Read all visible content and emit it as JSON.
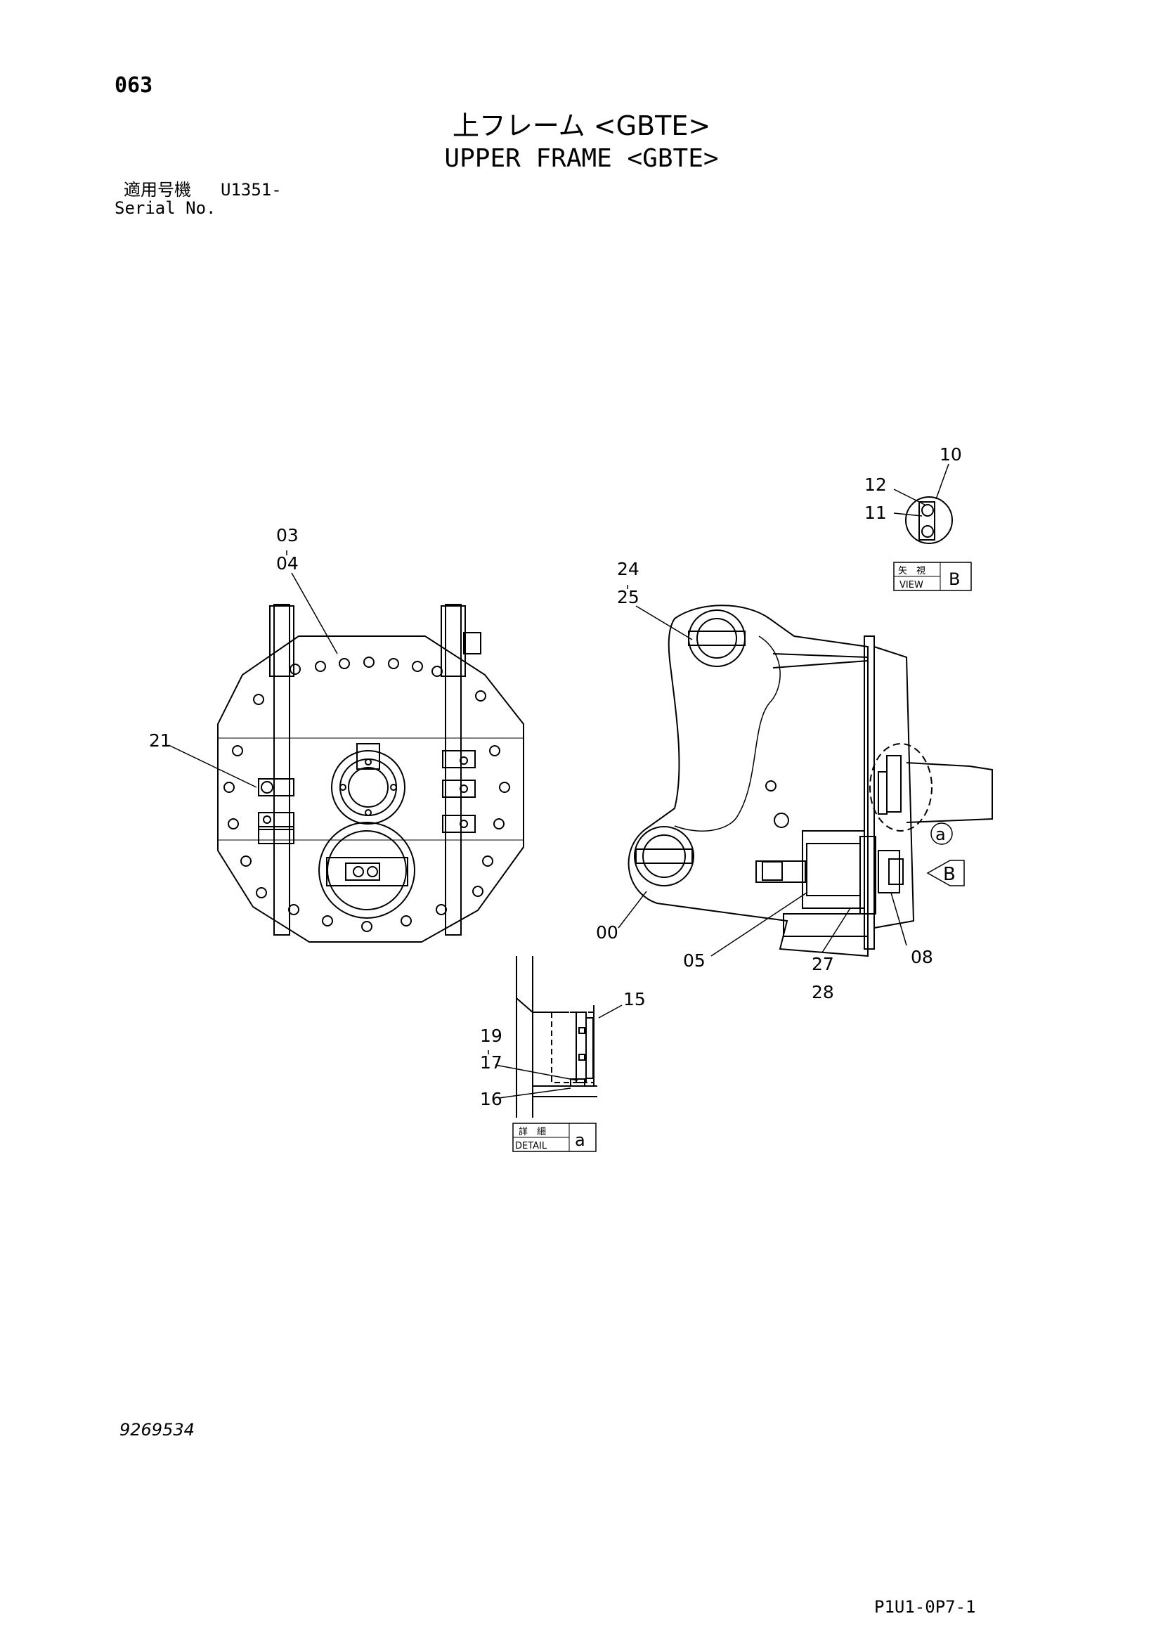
{
  "header": {
    "page_number": "063",
    "title_jp": "上フレーム <GBTE>",
    "title_en": "UPPER FRAME <GBTE>"
  },
  "serial": {
    "label_jp": "適用号機",
    "value": "U1351-",
    "label_en": "Serial No."
  },
  "view_b": {
    "jp": "矢　視",
    "en": "VIEW",
    "letter": "B"
  },
  "detail_a": {
    "jp": "詳　細",
    "en": "DETAIL",
    "letter": "a"
  },
  "markers": {
    "a": "a",
    "b": "B"
  },
  "callouts": {
    "c00": "00",
    "c03": "03",
    "c04": "04",
    "c05": "05",
    "c08": "08",
    "c10": "10",
    "c11": "11",
    "c12": "12",
    "c15": "15",
    "c16": "16",
    "c17": "17",
    "c19": "19",
    "c21": "21",
    "c24": "24",
    "c25": "25",
    "c27": "27",
    "c28": "28"
  },
  "footer": {
    "doc_number": "9269534",
    "sheet_code": "P1U1-0P7-1"
  }
}
